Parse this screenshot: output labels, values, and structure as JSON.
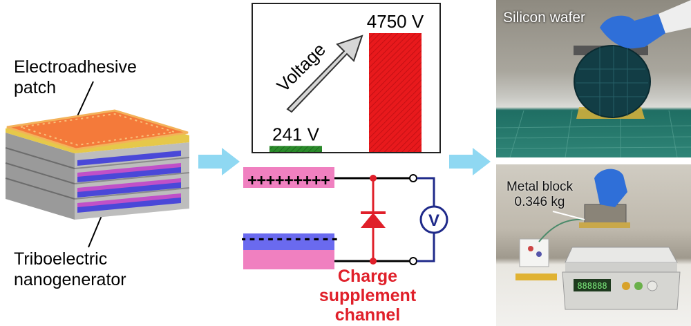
{
  "left": {
    "top_label": "Electroadhesive\npatch",
    "bottom_label": "Triboelectric\nnanogenerator"
  },
  "chart_data": {
    "type": "bar",
    "categories": [
      "241 V",
      "4750 V"
    ],
    "values": [
      241,
      4750
    ],
    "arrow_label": "Voltage",
    "colors": [
      "#2a8a2a",
      "#e8191c"
    ]
  },
  "circuit": {
    "top_charges": "+++++++++",
    "bottom_charges": "-----------",
    "meter": "V",
    "channel_label": "Charge\nsupplement\nchannel"
  },
  "photos": {
    "top_caption": "Silicon wafer",
    "bottom_caption": "Metal block\n0.346 kg",
    "scale_display": "888888"
  },
  "colors": {
    "arrow": "#8fd8f2",
    "orange": "#f47a3a",
    "pink": "#f080c0",
    "blue": "#6a6aef",
    "wire_blue": "#1f2a8a"
  }
}
